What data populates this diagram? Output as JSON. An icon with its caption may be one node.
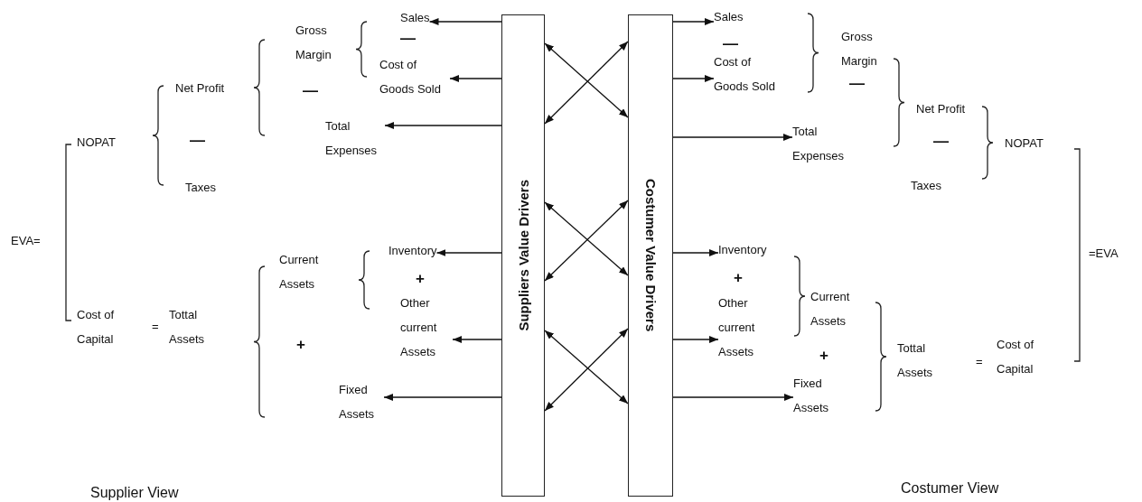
{
  "diagram": {
    "nodes": [
      {
        "text": [
          "Suppliers Value Drivers"
        ]
      },
      {
        "text": [
          "Costumer Value Drivers"
        ]
      },
      {
        "text": [
          "Sales"
        ]
      },
      {
        "text": [
          "Cost of Goods Sold"
        ]
      },
      {
        "text": [
          "Total Expenses"
        ]
      },
      {
        "text": [
          "Inventory"
        ]
      },
      {
        "text": [
          "Other current Assets"
        ]
      },
      {
        "text": [
          "Fixed Assets"
        ]
      },
      {
        "text": [
          "Sales"
        ]
      },
      {
        "text": [
          "Cost of Goods Sold"
        ]
      },
      {
        "text": [
          "Total Expenses"
        ]
      },
      {
        "text": [
          "Inventory"
        ]
      },
      {
        "text": [
          "Other current Assets"
        ]
      },
      {
        "text": [
          "Fixed Assets"
        ]
      }
    ],
    "edges": [
      {
        "from": 0,
        "to": 2,
        "arrow": "to"
      },
      {
        "from": 0,
        "to": 3,
        "arrow": "to"
      },
      {
        "from": 0,
        "to": 4,
        "arrow": "to"
      },
      {
        "from": 0,
        "to": 5,
        "arrow": "to"
      },
      {
        "from": 0,
        "to": 6,
        "arrow": "to"
      },
      {
        "from": 0,
        "to": 7,
        "arrow": "to"
      },
      {
        "from": 1,
        "to": 8,
        "arrow": "to"
      },
      {
        "from": 1,
        "to": 9,
        "arrow": "to"
      },
      {
        "from": 1,
        "to": 10,
        "arrow": "to"
      },
      {
        "from": 1,
        "to": 11,
        "arrow": "to"
      },
      {
        "from": 1,
        "to": 12,
        "arrow": "to"
      },
      {
        "from": 1,
        "to": 13,
        "arrow": "to"
      },
      {
        "from": 0,
        "to": 1,
        "arrow": "both"
      },
      {
        "from": 0,
        "to": 1,
        "arrow": "both"
      },
      {
        "from": 0,
        "to": 1,
        "arrow": "both"
      },
      {
        "from": 0,
        "to": 1,
        "arrow": "both"
      },
      {
        "from": 0,
        "to": 1,
        "arrow": "both"
      },
      {
        "from": 0,
        "to": 1,
        "arrow": "both"
      }
    ],
    "labels": [
      "Gross Margin",
      "—",
      "Net Profit",
      "—",
      "NOPAT",
      "—",
      "Taxes",
      "EVA=",
      "Current Assets",
      "+",
      "Cost of Capital",
      "=",
      "Tottal Assets",
      "+",
      "Supplier View",
      "—",
      "Gross Margin",
      "—",
      "Net Profit",
      "—",
      "NOPAT",
      "Taxes",
      "=EVA",
      "+",
      "Current Assets",
      "+",
      "Tottal Assets",
      "=",
      "Cost of Capital",
      "Costumer View"
    ]
  }
}
